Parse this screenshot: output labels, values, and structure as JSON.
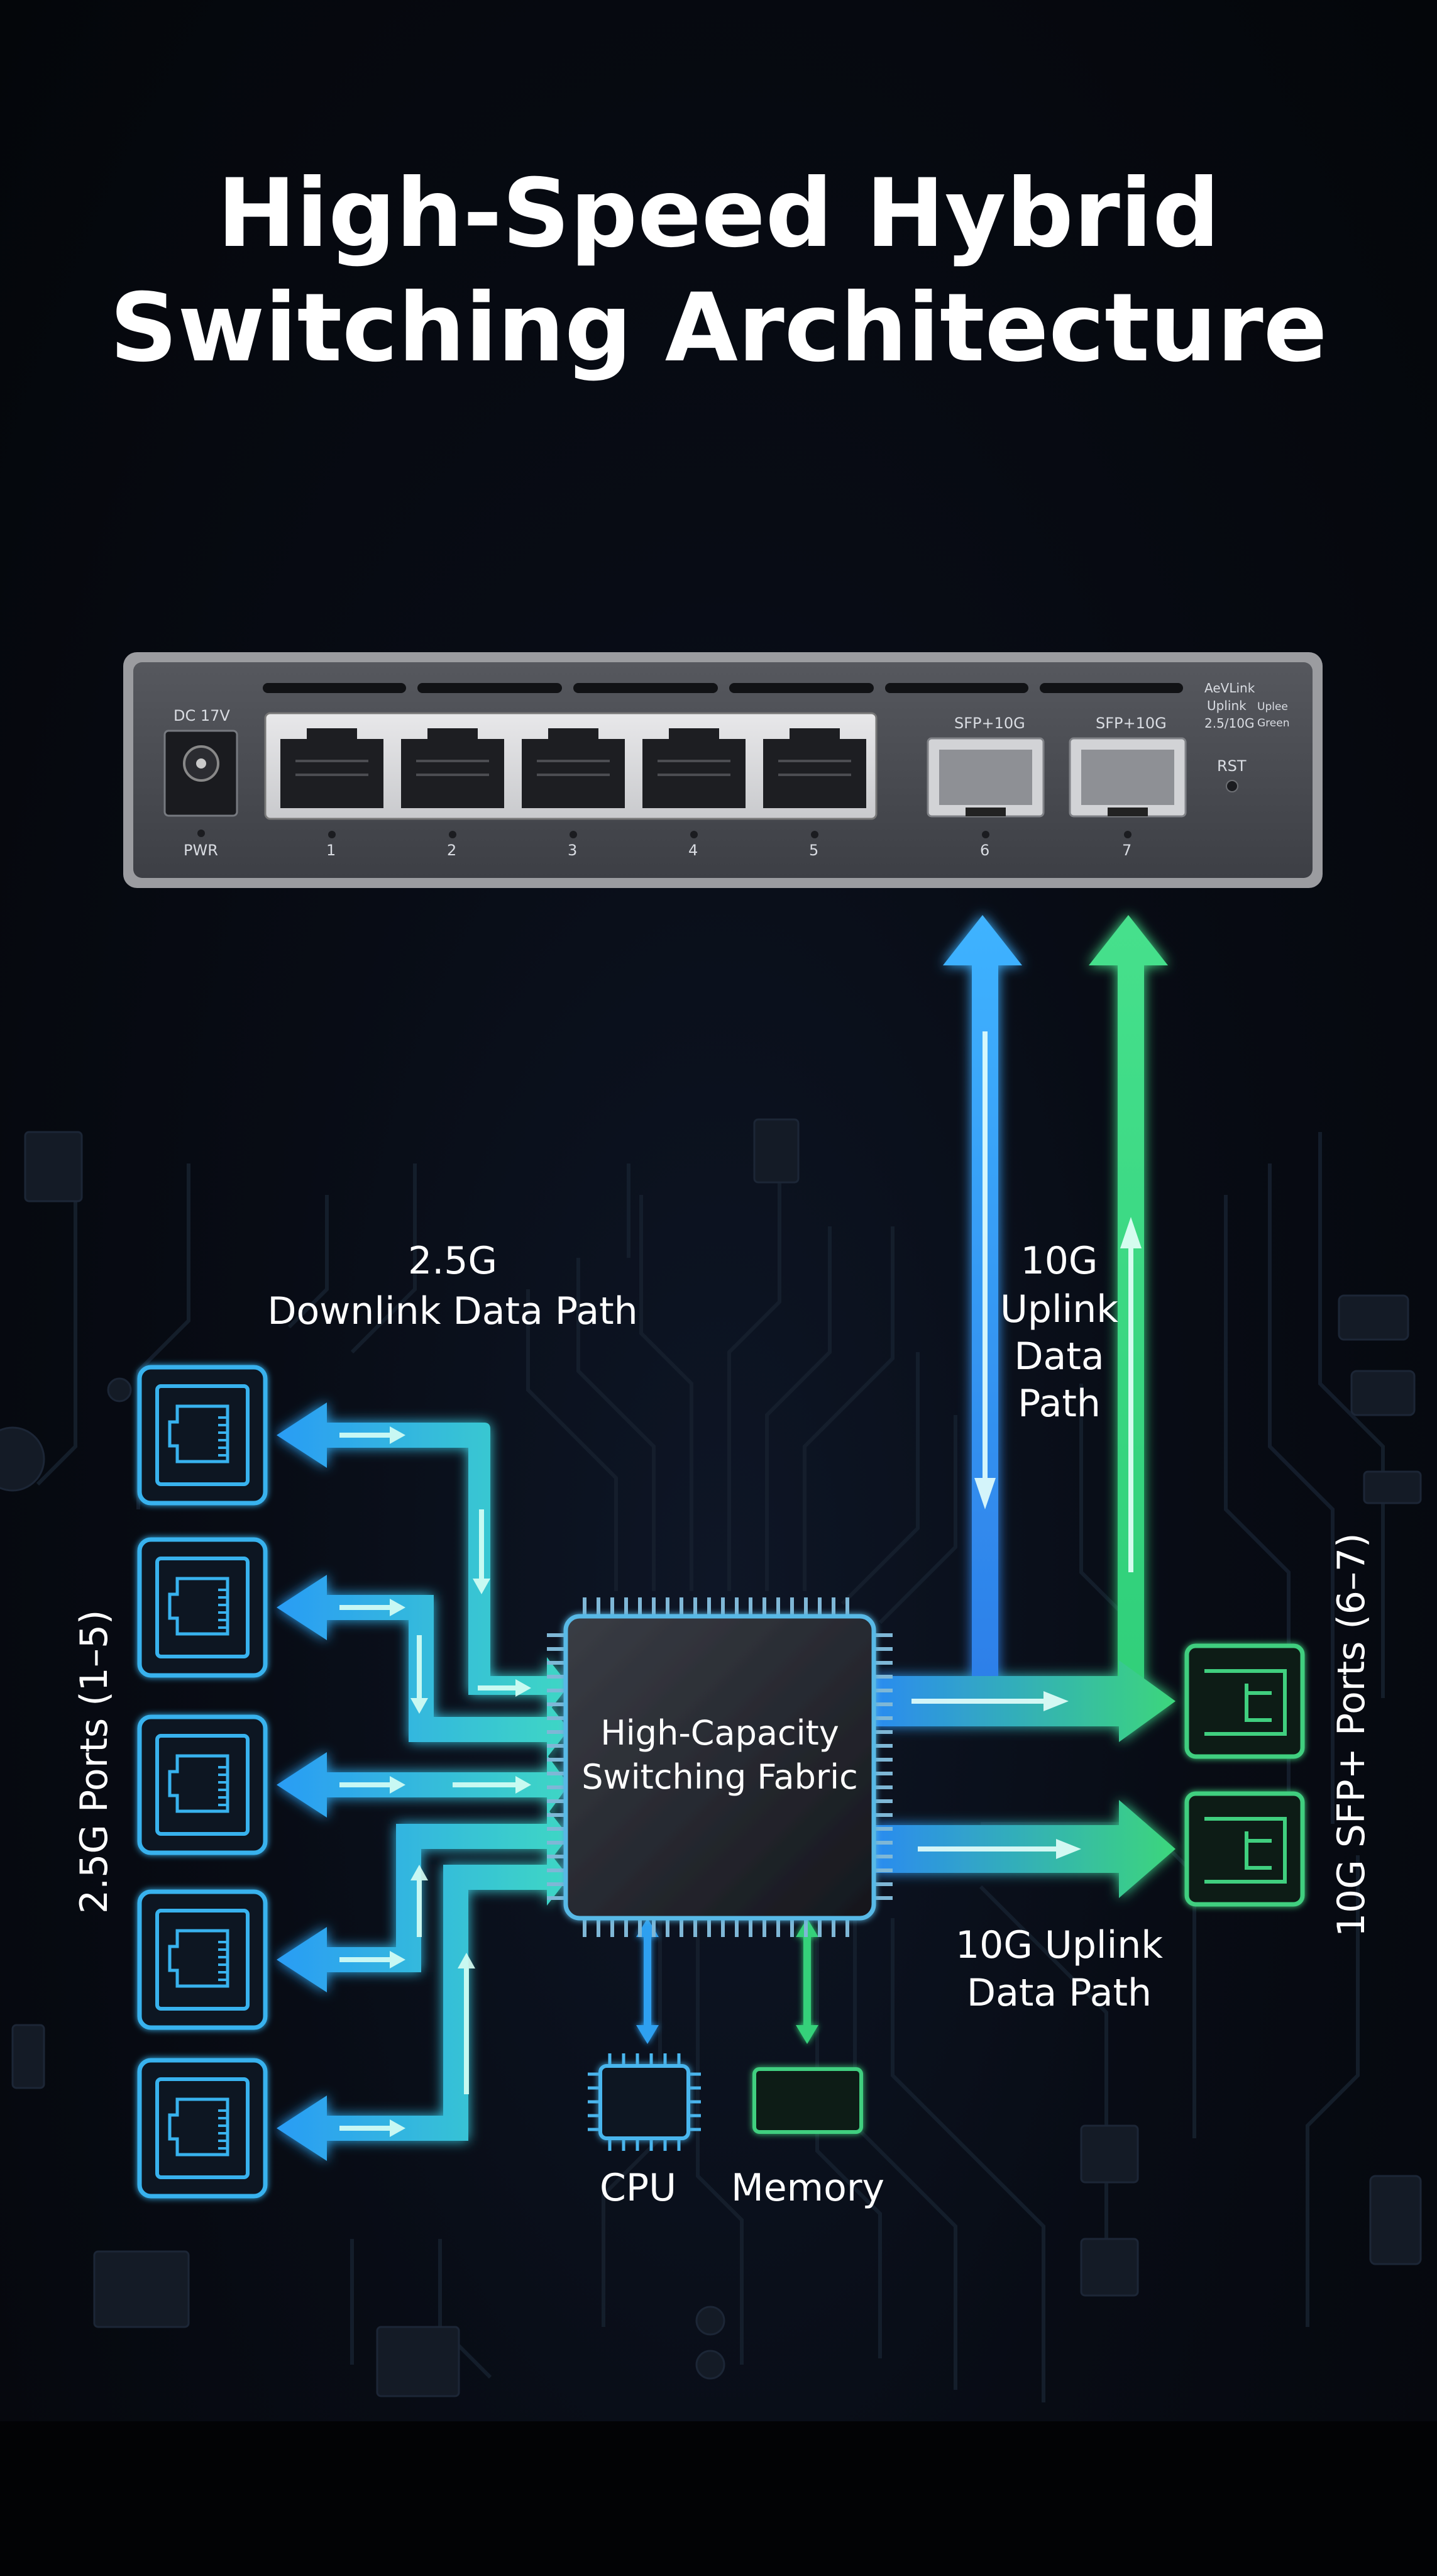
{
  "title": {
    "line1": "High-Speed Hybrid",
    "line2": "Switching Architecture"
  },
  "device": {
    "power_jack_label": "DC 17V",
    "pwr_led_label": "PWR",
    "rj45_ports": [
      "1",
      "2",
      "3",
      "4",
      "5"
    ],
    "sfp_ports": [
      {
        "header": "SFP+10G",
        "number": "6"
      },
      {
        "header": "SFP+10G",
        "number": "7"
      }
    ],
    "legend_lines": [
      "AeVLink",
      "Uplink",
      "2.5/10G"
    ],
    "legend_col2": [
      "Uplee",
      "Green"
    ],
    "reset_label": "RST"
  },
  "labels": {
    "downlink_line1": "2.5G",
    "downlink_line2": "Downlink Data Path",
    "uplink_vertical": [
      "10G",
      "Uplink",
      "Data",
      "Path"
    ],
    "uplink_lower_line1": "10G Uplink",
    "uplink_lower_line2": "Data Path",
    "left_ports_vertical": "2.5G Ports (1–5)",
    "right_ports_vertical": "10G SFP+ Ports (6–7)"
  },
  "chip": {
    "line1": "High-Capacity",
    "line2": "Switching Fabric"
  },
  "components": {
    "cpu": "CPU",
    "memory": "Memory"
  },
  "colors": {
    "downlink_blue": "#2aa8ff",
    "downlink_teal": "#34d6c8",
    "uplink_green": "#34d17a",
    "port_icon_blue": "#37b2ee",
    "sfp_icon_green": "#3fcf7f",
    "device_body": "#4a4c52"
  }
}
